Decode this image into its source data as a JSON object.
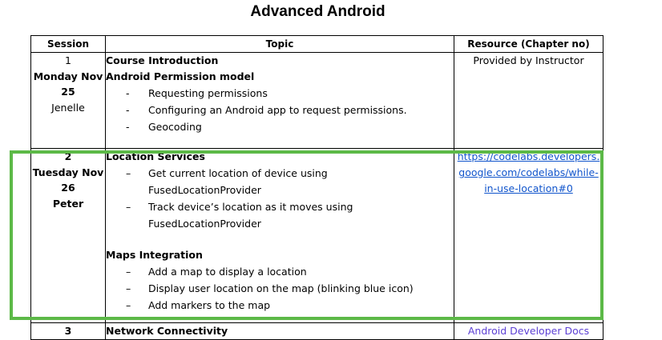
{
  "title": "Advanced Android",
  "headers": {
    "session": "Session",
    "topic": "Topic",
    "resource": "Resource (Chapter no)"
  },
  "rows": [
    {
      "session": {
        "number": "1",
        "day": "Monday Nov",
        "date": "25",
        "presenter": "Jenelle"
      },
      "topic": {
        "heading1": "Course Introduction",
        "heading2": "Android Permission model",
        "bullets": [
          {
            "marker": "-",
            "text": "Requesting permissions"
          },
          {
            "marker": "-",
            "text": "Configuring an Android app to request permissions."
          },
          {
            "marker": "-",
            "text": "Geocoding"
          }
        ]
      },
      "resource": {
        "text": "Provided by Instructor"
      }
    },
    {
      "session": {
        "number": "2",
        "day": "Tuesday Nov",
        "date": "26",
        "presenter": "Peter"
      },
      "topic": {
        "heading1": "Location Services",
        "bullets1": [
          {
            "marker": "–",
            "text": "Get current location of device using",
            "text2": "FusedLocationProvider"
          },
          {
            "marker": "–",
            "text": "Track device’s location as it moves using",
            "text2": "FusedLocationProvider"
          }
        ],
        "heading2": "Maps Integration",
        "bullets2": [
          {
            "marker": "–",
            "text": "Add a map to display a location"
          },
          {
            "marker": "–",
            "text": "Display user location on the map (blinking blue icon)"
          },
          {
            "marker": "–",
            "text": "Add markers to the map"
          }
        ]
      },
      "resource": {
        "link_line1": "https://codelabs.developers.",
        "link_line2": "google.com/codelabs/while-",
        "link_line3": "in-use-location#0"
      }
    },
    {
      "session": {
        "number": "3"
      },
      "topic": {
        "heading1": "Network Connectivity"
      },
      "resource": {
        "text": "Android Developer Docs"
      }
    }
  ],
  "highlight_color": "#5cb947",
  "link_color": "#1155cc"
}
